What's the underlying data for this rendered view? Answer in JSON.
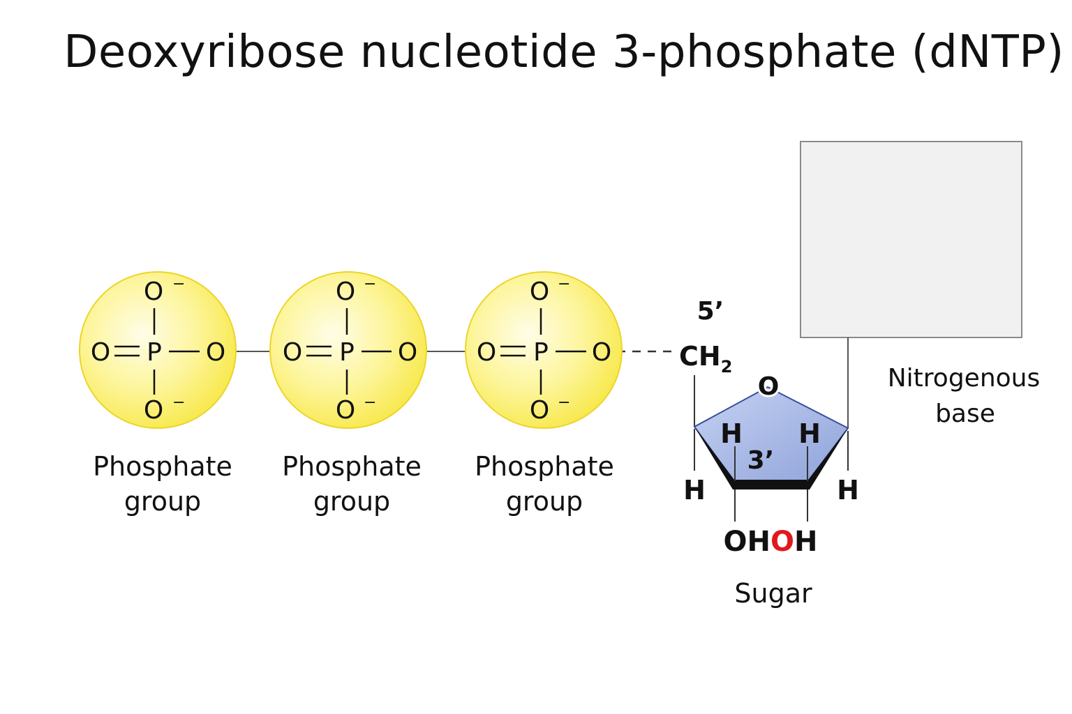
{
  "title": "Deoxyribose nucleotide 3-phosphate (dNTP)",
  "phosphate_groups": [
    {
      "label_line1": "Phosphate",
      "label_line2": "group",
      "top": "O",
      "top_charge": "−",
      "left": "O",
      "center": "P",
      "right": "O",
      "bottom": "O",
      "bottom_charge": "−"
    },
    {
      "label_line1": "Phosphate",
      "label_line2": "group",
      "top": "O",
      "top_charge": "−",
      "left": "O",
      "center": "P",
      "right": "O",
      "bottom": "O",
      "bottom_charge": "−"
    },
    {
      "label_line1": "Phosphate",
      "label_line2": "group",
      "top": "O",
      "top_charge": "−",
      "left": "O",
      "center": "P",
      "right": "O",
      "bottom": "O",
      "bottom_charge": "−"
    }
  ],
  "sugar": {
    "carbon_5_label": "5’",
    "ch2": "CH",
    "ch2_subscript": "2",
    "ring_oxygen": "O",
    "carbon_3_label": "3’",
    "h_inner_left": "H",
    "h_inner_right": "H",
    "h_outer_left": "H",
    "h_outer_right": "H",
    "oh_left": "OH",
    "oh_highlight": "O",
    "oh_right_h": "H",
    "label": "Sugar"
  },
  "base": {
    "label_line1": "Nitrogenous",
    "label_line2": "base"
  },
  "colors": {
    "phosphate_fill": "#fbf07a",
    "phosphate_stroke": "#e8d21a",
    "sugar_fill": "#9aaee0",
    "sugar_stroke": "#3a4f9a",
    "highlight_red": "#e0191e",
    "base_box_fill": "#f1f1f1",
    "base_box_stroke": "#8a8a8a"
  }
}
